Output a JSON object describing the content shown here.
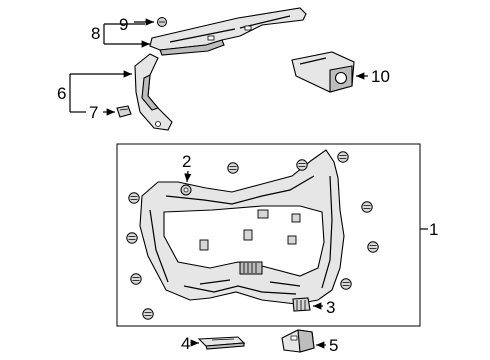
{
  "callouts": {
    "c1": "1",
    "c2": "2",
    "c3": "3",
    "c4": "4",
    "c5": "5",
    "c6": "6",
    "c7": "7",
    "c8": "8",
    "c9": "9",
    "c10": "10"
  },
  "colors": {
    "line": "#000000",
    "part_fill": "#e6e6e6",
    "part_shade": "#bdbdbd",
    "background": "#ffffff"
  }
}
